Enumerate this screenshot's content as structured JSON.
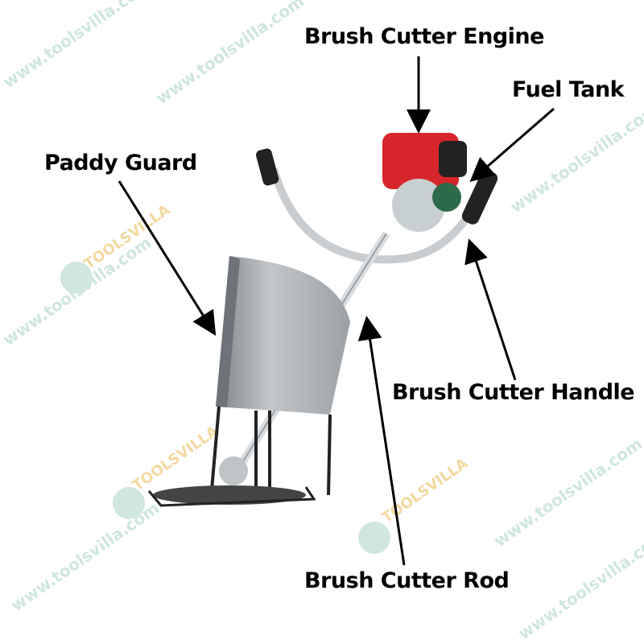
{
  "labels": {
    "engine": "Brush Cutter Engine",
    "fuel_tank": "Fuel Tank",
    "paddy_guard": "Paddy Guard",
    "handle": "Brush Cutter Handle",
    "rod": "Brush Cutter Rod"
  },
  "watermark": {
    "url": "www.toolsvilla.com",
    "brand": "TOOLSVILLA"
  },
  "colors": {
    "engine_red": "#d7262b",
    "watermark_green": "#cfe7dc",
    "guard_gray": "#a9aeb2"
  }
}
